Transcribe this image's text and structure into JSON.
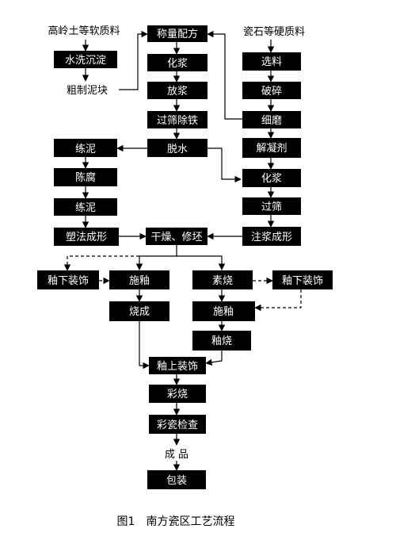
{
  "diagram": {
    "plain_labels": {
      "soft_material": "高岭土等软质料",
      "hard_material": "瓷石等硬质料",
      "rough_clay": "粗制泥块",
      "finished": "成 品"
    },
    "boxes": {
      "washing": "水洗沉淀",
      "weighing": "称量配方",
      "slurry1": "化浆",
      "release": "放浆",
      "sieve_iron": "过筛除铁",
      "dewater": "脱水",
      "select": "选料",
      "crush": "破碎",
      "grind": "细磨",
      "degum": "解凝剂",
      "slurry2": "化浆",
      "sieve": "过筛",
      "slip_cast": "注浆成形",
      "knead1": "练泥",
      "aging": "陈腐",
      "knead2": "练泥",
      "plastic_form": "塑法成形",
      "dry_trim": "干燥、修坯",
      "under_deco_left": "釉下装饰",
      "glaze_left": "施釉",
      "bisque": "素烧",
      "under_deco_right": "釉下装饰",
      "fire": "烧成",
      "glaze_right": "施釉",
      "glaze_fire": "釉烧",
      "over_deco": "釉上装饰",
      "color_fire": "彩烧",
      "inspect": "彩瓷检查",
      "package": "包装"
    },
    "caption": "图1　南方瓷区工艺流程"
  }
}
